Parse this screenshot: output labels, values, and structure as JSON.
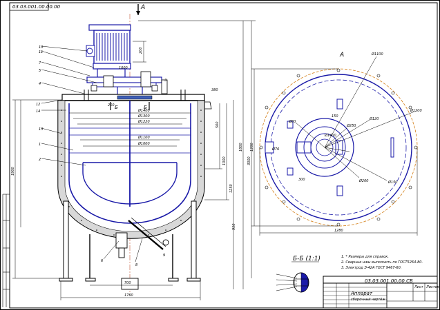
{
  "doc_code_top": "03.03.001.00.00.00",
  "view_a_marker": "А",
  "view_a_title": "А",
  "section_title": "Б-Б (1:1)",
  "section_marks": [
    "Б",
    "Б"
  ],
  "notes": [
    "1. * Размеры для справок.",
    "2. Сварные швы выполнить по ГОСТ5264-80.",
    "3. Электрод Э-42А ГОСТ 9467-60."
  ],
  "title_block": {
    "code": "03.03.001.00.00.СБ",
    "name_line1": "Аппарат",
    "name_line2": "сборочный чертёж",
    "sheet_label": "Лист",
    "sheets_label": "Листов"
  },
  "callouts": [
    "10",
    "11",
    "7",
    "5",
    "4",
    "12",
    "14",
    "13",
    "1",
    "2",
    "3",
    "6",
    "8",
    "9"
  ],
  "front_dims": {
    "overall_height": "1900",
    "height_2": "1000",
    "height_3": "950",
    "height_4": "1250",
    "height_5": "1800",
    "side_1": "500",
    "side_2": "380",
    "side_3": "250",
    "d1": "Ø1400",
    "d2": "Ø1300",
    "d3": "Ø1220",
    "d4": "Ø1100",
    "d5": "Ø1000",
    "width_bottom": "1760",
    "base": "700",
    "motor_h": "200",
    "top_w": "1000",
    "right_h": "3000"
  },
  "plan_dims": {
    "width": "1280",
    "height": "1200",
    "d_outer": "Ø1100",
    "d_mid": "Ø1200",
    "d_ring": "Ø120",
    "d_small": "Ø80",
    "d_a": "Ø200",
    "d_b": "Ø150",
    "d_c": "Ø250",
    "d_d": "Ø1400",
    "r_inner": "300",
    "offset": "150",
    "side": "Ø76"
  }
}
